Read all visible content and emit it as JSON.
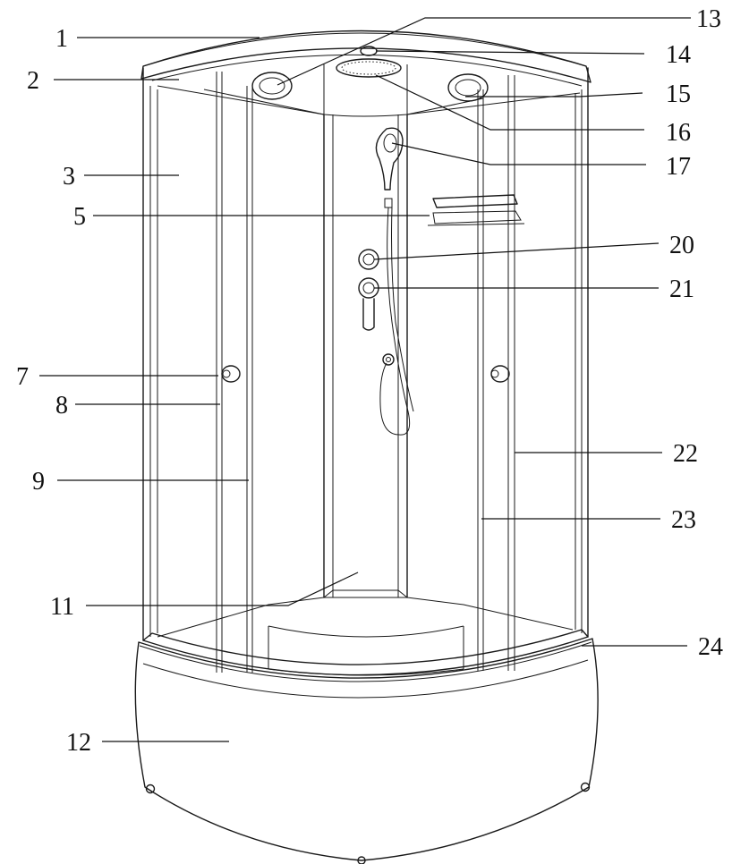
{
  "diagram": {
    "type": "exploded-parts-illustration",
    "subject": "shower-cabin",
    "callouts": [
      {
        "id": "1",
        "label": "1"
      },
      {
        "id": "2",
        "label": "2"
      },
      {
        "id": "3",
        "label": "3"
      },
      {
        "id": "5",
        "label": "5"
      },
      {
        "id": "7",
        "label": "7"
      },
      {
        "id": "8",
        "label": "8"
      },
      {
        "id": "9",
        "label": "9"
      },
      {
        "id": "11",
        "label": "11"
      },
      {
        "id": "12",
        "label": "12"
      },
      {
        "id": "13",
        "label": "13"
      },
      {
        "id": "14",
        "label": "14"
      },
      {
        "id": "15",
        "label": "15"
      },
      {
        "id": "16",
        "label": "16"
      },
      {
        "id": "17",
        "label": "17"
      },
      {
        "id": "20",
        "label": "20"
      },
      {
        "id": "21",
        "label": "21"
      },
      {
        "id": "22",
        "label": "22"
      },
      {
        "id": "23",
        "label": "23"
      },
      {
        "id": "24",
        "label": "24"
      }
    ]
  }
}
